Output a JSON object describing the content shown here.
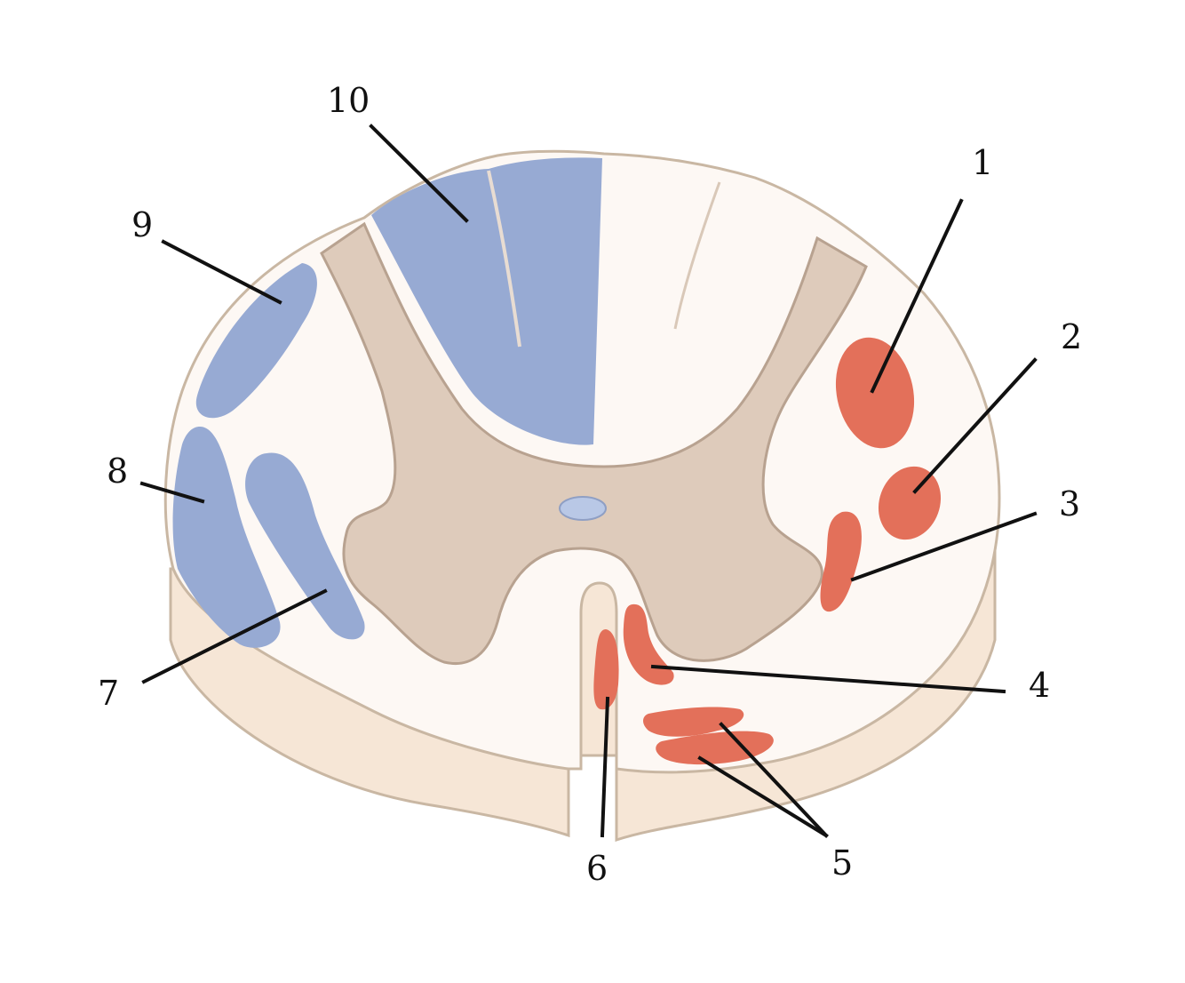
{
  "labels": {
    "l1": "1",
    "l2": "2",
    "l3": "3",
    "l4": "4",
    "l5": "5",
    "l6": "6",
    "l7": "7",
    "l8": "8",
    "l9": "9",
    "l10": "10"
  },
  "colors": {
    "white_matter": "#fdf8f4",
    "rim": "#f6e6d6",
    "grey_matter": "#decbbb",
    "grey_outline": "#b8a290",
    "ascending_tracts": "#97aad3",
    "descending_tracts": "#e3705a",
    "central_canal": "#b9c8e6",
    "line": "#111111"
  }
}
